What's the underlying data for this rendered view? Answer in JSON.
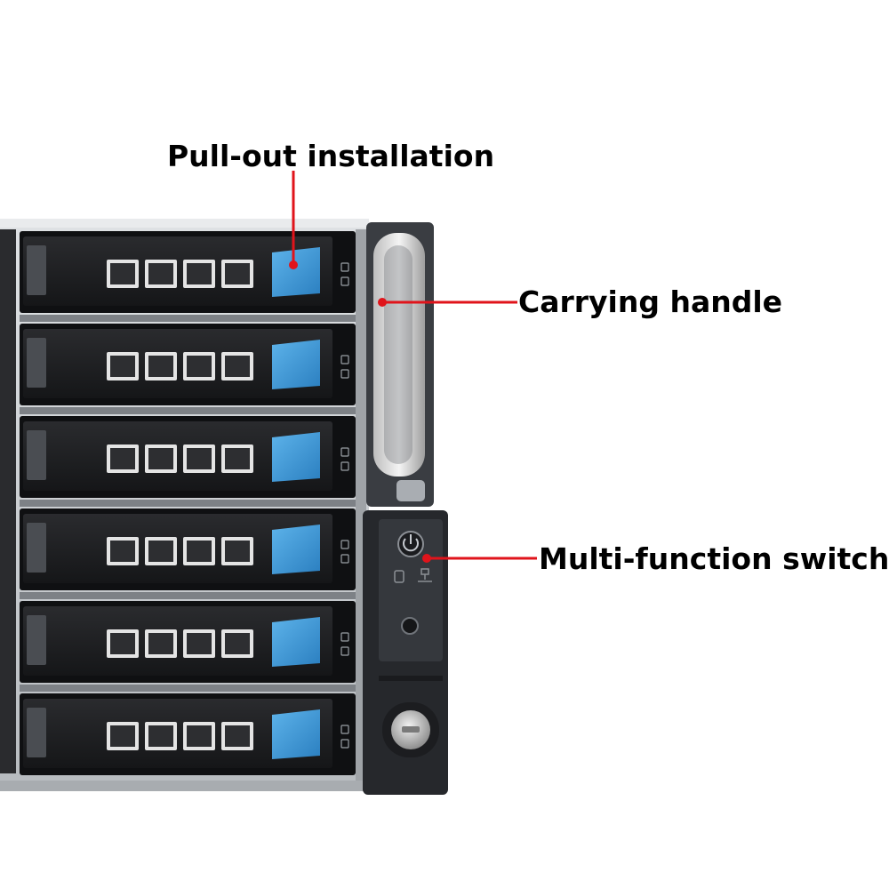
{
  "callouts": {
    "pull_out": "Pull-out installation",
    "carrying_handle": "Carrying handle",
    "multi_function_switch": "Multi-function switch"
  },
  "photo": {
    "drive_bays_visible": 6,
    "colors": {
      "callout_red": "#e0141b",
      "tray_release_blue": "#3b97d7",
      "chassis_gray": "#c9cccf",
      "tray_black": "#1b1c1e",
      "handle_silver": "#d8d8d8"
    },
    "icons": [
      "power-icon",
      "hdd-activity-icon",
      "network-icon",
      "id-button-icon",
      "lock-key-icon"
    ]
  }
}
